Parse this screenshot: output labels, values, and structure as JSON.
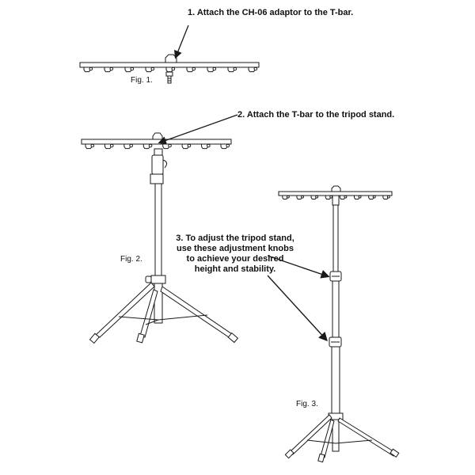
{
  "steps": {
    "step1": "1. Attach the CH-06 adaptor to the T-bar.",
    "step2": "2. Attach the T-bar to the tripod stand.",
    "step3_lines": [
      "3. To adjust the tripod stand,",
      "use these adjustment knobs",
      "to achieve your desired",
      "height and stability."
    ]
  },
  "figures": {
    "fig1": "Fig. 1.",
    "fig2": "Fig. 2.",
    "fig3": "Fig. 3."
  },
  "colors": {
    "line": "#1a1a1a",
    "fill": "#ffffff"
  }
}
